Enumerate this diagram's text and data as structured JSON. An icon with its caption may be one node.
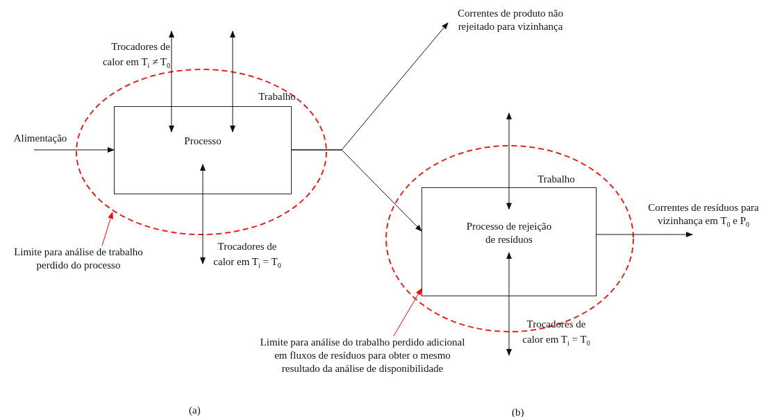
{
  "diagram": {
    "nodes": [
      {
        "text": [],
        "shape": "ellipse"
      },
      {
        "text": [
          "Processo"
        ],
        "in": 0
      },
      {
        "text": [
          "Alimentação"
        ]
      },
      {
        "text": [
          "Correntes de produto não rejeitado para vizinhança"
        ]
      },
      {
        "text": [],
        "shape": "ellipse"
      },
      {
        "text": [
          "Processo de rejeição de resíduos"
        ],
        "in": 4
      },
      {
        "text": [
          "Correntes de resíduos para vizinhança em T$_{0}$ e P$_{0}$"
        ]
      },
      {
        "text": [
          "Limite para análise de trabalho perdido  do processo"
        ]
      },
      {
        "text": [
          "Limite para análise do trabalho perdido adicional em fluxos de resíduos para obter o mesmo resultado da análise de disponibilidade"
        ]
      }
    ],
    "edges": [
      {
        "from": 2,
        "to": 1,
        "arrow": "to"
      },
      {
        "from": null,
        "to": 1,
        "arrow": "both",
        "label": "Trocadores de calor em T$_{i}$ ≠ T$_{0}$"
      },
      {
        "from": null,
        "to": 1,
        "arrow": "both",
        "label": "Trabalho"
      },
      {
        "from": 1,
        "to": null,
        "arrow": "both",
        "label": "Trocadores de calor em T$_{i}$ = T$_{0}$"
      },
      {
        "from": 1,
        "to": 3,
        "arrow": "to"
      },
      {
        "from": 1,
        "to": 5,
        "arrow": "to"
      },
      {
        "from": null,
        "to": 5,
        "arrow": "both",
        "label": "Trabalho"
      },
      {
        "from": 5,
        "to": null,
        "arrow": "both",
        "label": "Trocadores de calor em T$_{i}$ = T$_{0}$"
      },
      {
        "from": 5,
        "to": 6,
        "arrow": "to"
      },
      {
        "from": 7,
        "to": 0,
        "arrow": "to",
        "color": "#ff0000"
      },
      {
        "from": 8,
        "to": 4,
        "arrow": "to",
        "color": "#ff0000"
      }
    ],
    "labels": [
      "(a)",
      "(b)"
    ]
  }
}
